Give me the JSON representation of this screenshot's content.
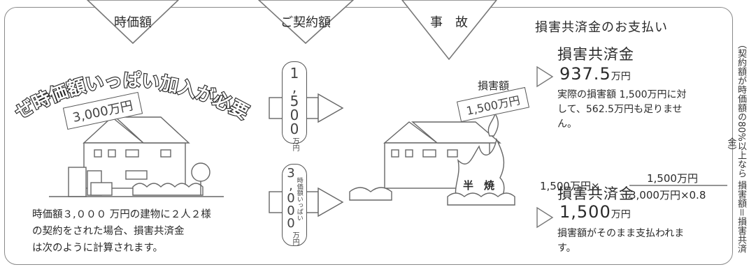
{
  "headers": {
    "market_value": "時価額",
    "contract_amount": "ご契約額",
    "accident": "事　故"
  },
  "left": {
    "arc_title": "なぜ時価額いっぱい加入が必要か",
    "price_tag": "3,000万円",
    "caption_lines": [
      "時価額３,０００ 万円の建物に２人２様",
      "の契約をされた場合、損害共済金",
      "は次のように計算されます。"
    ]
  },
  "middle": {
    "box1_digits": [
      "1",
      ",",
      "5",
      "0",
      "0"
    ],
    "box1_unit": "万円",
    "box2_digits": [
      "3",
      ",",
      "0",
      "0",
      "0"
    ],
    "box2_prefix": "時価額いっぱい",
    "box2_unit": "万円"
  },
  "accident": {
    "damage_label": "損害額",
    "damage_tag": "1,500万円",
    "burn_label": "半　焼"
  },
  "right": {
    "title": "損害共済金のお支払い",
    "case1": {
      "heading": "損害共済金",
      "amount": "937.5",
      "unit": "万円",
      "note_lines": [
        "実際の損害額 1,500万円に対",
        "して、562.5万円も足りませ",
        "ん。"
      ]
    },
    "formula": {
      "lhs": "1,500万円×",
      "numerator": "1,500万円",
      "denominator": "3,000万円×0.8"
    },
    "case2": {
      "heading": "損害共済金",
      "amount": "1,500",
      "unit": "万円",
      "note_lines": [
        "損害額がそのまま支払われま",
        "す。"
      ]
    }
  },
  "side_note": "（契約額が時価額の80%以上なら 損害額＝損害共済金）"
}
